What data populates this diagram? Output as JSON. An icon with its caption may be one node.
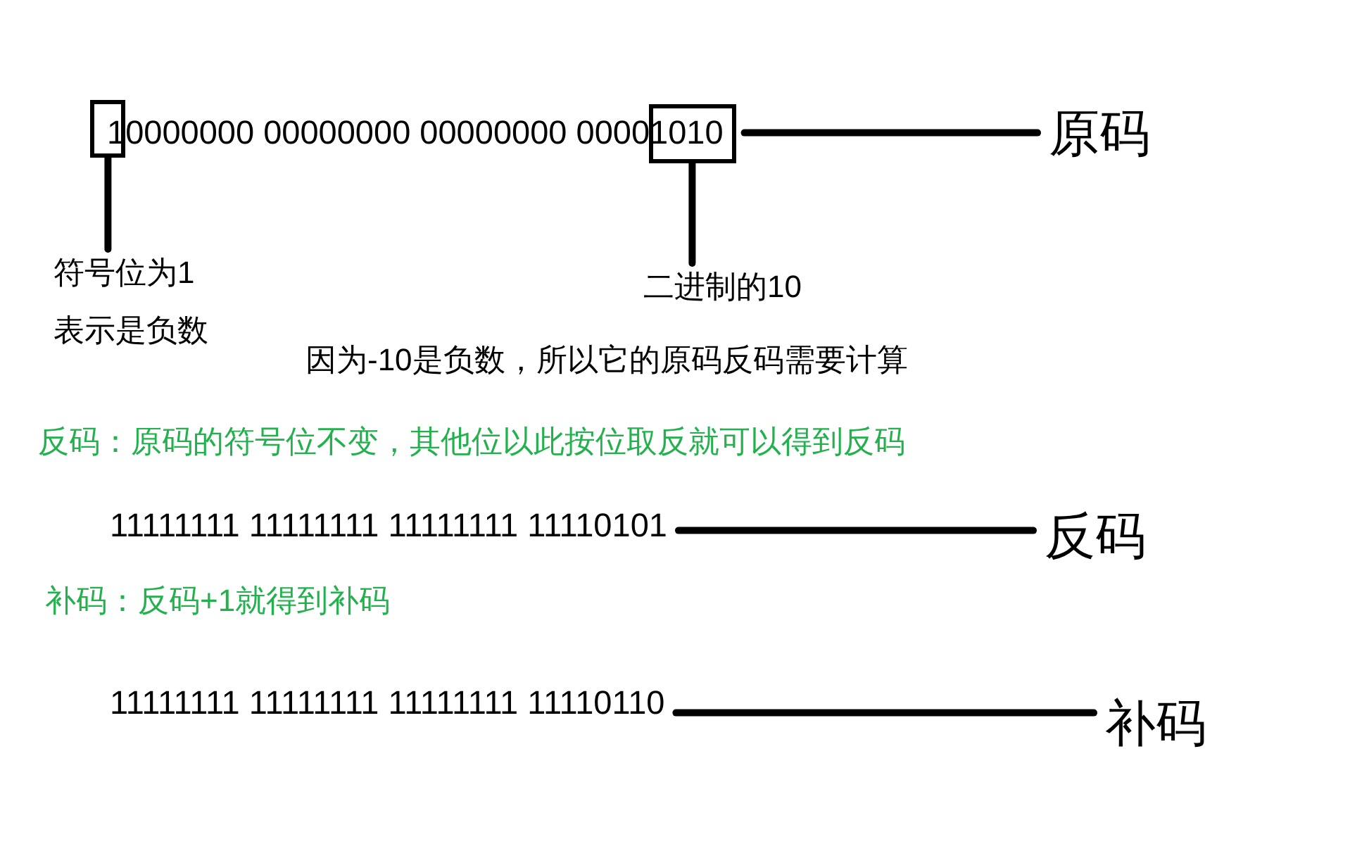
{
  "diagram": {
    "nodes": [
      {
        "text": [
          "10000000 00000000 00000000 00001010"
        ]
      },
      {
        "text": [],
        "shape": "box"
      },
      {
        "text": [],
        "shape": "box"
      },
      {
        "text": [
          "符号位为1",
          "表示是负数"
        ]
      },
      {
        "text": [
          "二进制的10"
        ]
      },
      {
        "text": [
          "原码"
        ]
      },
      {
        "text": [
          "11111111 11111111 11111111 11110101"
        ]
      },
      {
        "text": [
          "反码"
        ]
      },
      {
        "text": [
          "11111111 11111111 11111111 11110110"
        ]
      },
      {
        "text": [
          "补码"
        ]
      }
    ],
    "edges": [
      {
        "from": 1,
        "to": 3,
        "arrow": "none"
      },
      {
        "from": 2,
        "to": 4,
        "arrow": "none"
      },
      {
        "from": 0,
        "to": 5,
        "arrow": "none"
      },
      {
        "from": 6,
        "to": 7,
        "arrow": "none"
      },
      {
        "from": 8,
        "to": 9,
        "arrow": "none"
      }
    ],
    "labels": [
      "因为-10是负数，所以它的原码反码需要计算",
      "反码：原码的符号位不变，其他位以此按位取反就可以得到反码",
      "补码：反码+1就得到补码"
    ]
  }
}
